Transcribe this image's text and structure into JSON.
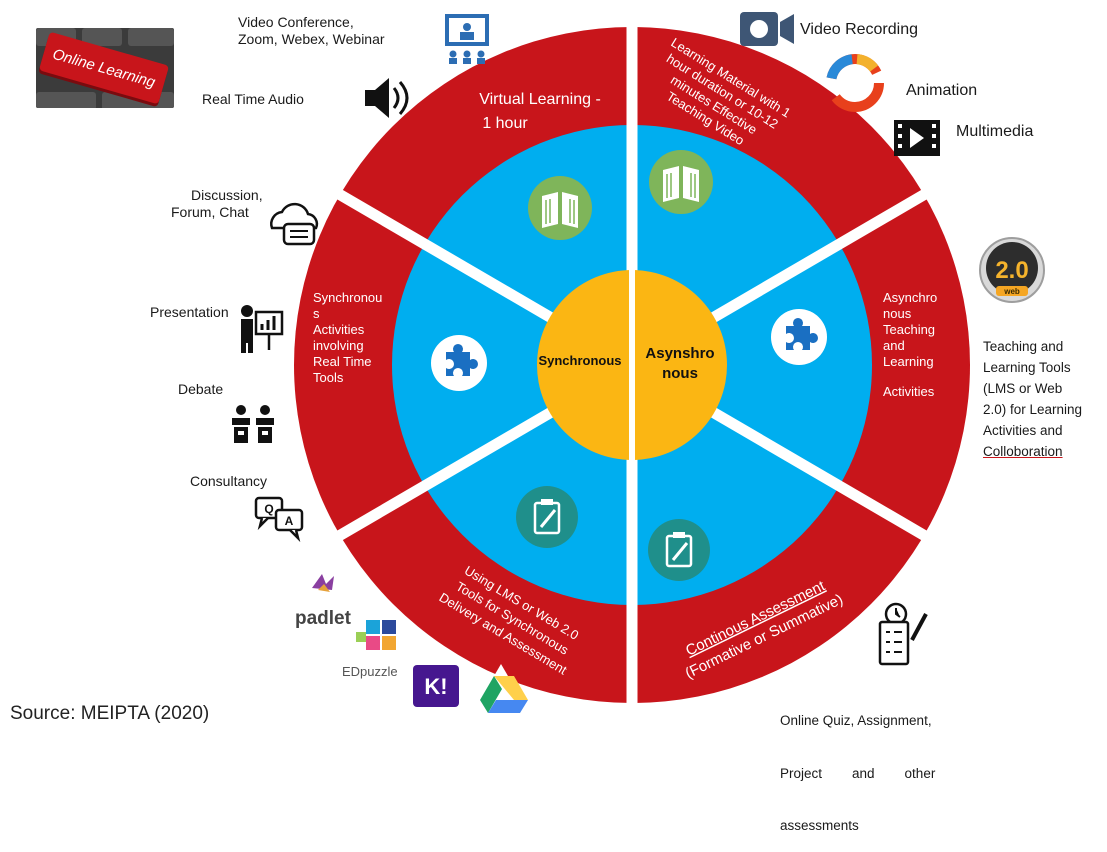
{
  "badge": {
    "text": "Online Learning"
  },
  "source": "Source: MEIPTA (2020)",
  "wheel": {
    "center_left": "Synchronous",
    "center_right": [
      "Asynshro",
      "nous"
    ],
    "segments": {
      "top_left": [
        "Virtual Learning -",
        "1 hour"
      ],
      "top_right": [
        "Learning Material with 1",
        "hour duration or 10-12",
        "minutes Effective",
        "Teaching  Video"
      ],
      "left": [
        "Synchronou",
        "s",
        "Activities",
        "involving",
        "Real Time",
        "Tools"
      ],
      "right": [
        "Asynchro",
        "nous",
        "Teaching",
        "and",
        "Learning",
        "Activities"
      ],
      "bottom_left": [
        "Using LMS or Web 2.0",
        "Tools for Synchronous",
        "Delivery and Assessment"
      ],
      "bottom_right": [
        "Continous Assessment",
        "(Formative or Summative)"
      ]
    },
    "colors": {
      "red": "#c8151b",
      "blue": "#00aeef",
      "yellow": "#fbb613",
      "green": "#7fb55a",
      "teal": "#1f8f8b"
    }
  },
  "left_labels": {
    "video_conf": [
      "Video Conference,",
      "Zoom, Webex, Webinar"
    ],
    "audio": "Real Time Audio",
    "discussion": [
      "Discussion,",
      "Forum, Chat"
    ],
    "presentation": "Presentation",
    "debate": "Debate",
    "consultancy": "Consultancy"
  },
  "right_labels": {
    "video_recording": "Video Recording",
    "animation": "Animation",
    "multimedia": "Multimedia",
    "web20_badge": "2.0",
    "web20_sub": "web",
    "tools": [
      "Teaching and",
      "Learning Tools",
      "(LMS or Web",
      "2.0) for Learning",
      "Activities and",
      "Colloboration"
    ],
    "quiz": [
      "Online Quiz, Assignment,",
      "Project        and        other",
      "assessments"
    ]
  },
  "logos": {
    "padlet": "padlet",
    "edpuzzle": "EDpuzzle",
    "kahoot": "K!"
  },
  "icon_names": [
    "book-icon",
    "puzzle-icon",
    "clipboard-icon",
    "presenter-screen-icon",
    "speaker-icon",
    "chat-cloud-icon",
    "presentation-board-icon",
    "debate-icon",
    "qa-bubbles-icon",
    "camera-icon",
    "animation-ring-icon",
    "film-icon",
    "checklist-icon",
    "drive-icon"
  ]
}
